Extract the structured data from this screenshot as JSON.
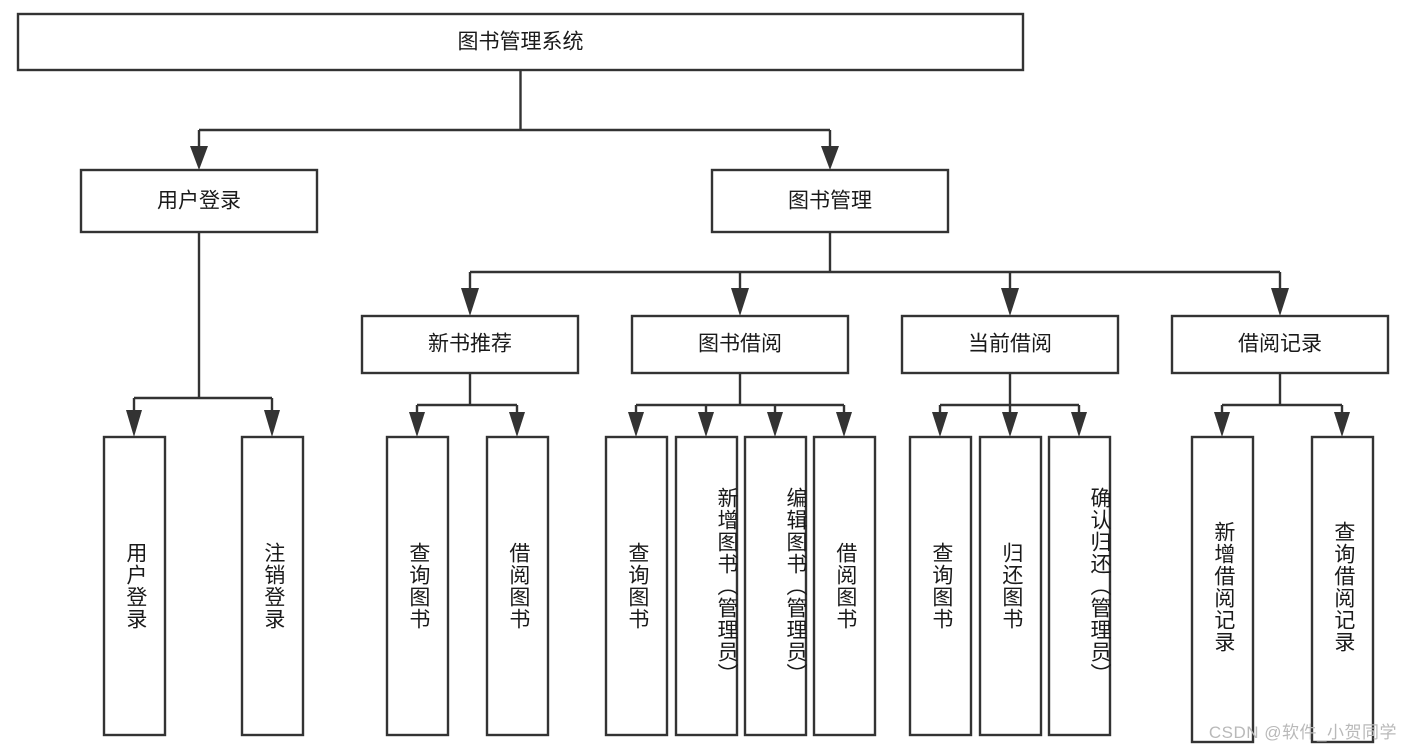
{
  "diagram": {
    "type": "tree",
    "title": "图书管理系统",
    "root": {
      "id": "root",
      "label": "图书管理系统",
      "orientation": "horizontal"
    },
    "level2": [
      {
        "id": "user-login",
        "label": "用户登录",
        "orientation": "horizontal"
      },
      {
        "id": "book-management",
        "label": "图书管理",
        "orientation": "horizontal"
      }
    ],
    "level3": [
      {
        "id": "new-book-recommend",
        "label": "新书推荐",
        "parent": "book-management",
        "orientation": "horizontal"
      },
      {
        "id": "book-borrow",
        "label": "图书借阅",
        "parent": "book-management",
        "orientation": "horizontal"
      },
      {
        "id": "current-borrow",
        "label": "当前借阅",
        "parent": "book-management",
        "orientation": "horizontal"
      },
      {
        "id": "borrow-record",
        "label": "借阅记录",
        "parent": "book-management",
        "orientation": "horizontal"
      }
    ],
    "leaves": [
      {
        "id": "leaf-user-login",
        "label": "用户登录",
        "parent": "user-login",
        "orientation": "vertical"
      },
      {
        "id": "leaf-logout-login",
        "label": "注销登录",
        "parent": "user-login",
        "orientation": "vertical"
      },
      {
        "id": "leaf-query-book-1",
        "label": "查询图书",
        "parent": "new-book-recommend",
        "orientation": "vertical"
      },
      {
        "id": "leaf-borrow-book-1",
        "label": "借阅图书",
        "parent": "new-book-recommend",
        "orientation": "vertical"
      },
      {
        "id": "leaf-query-book-2",
        "label": "查询图书",
        "parent": "book-borrow",
        "orientation": "vertical"
      },
      {
        "id": "leaf-add-book-admin",
        "label": "新增图书（管理员）",
        "parent": "book-borrow",
        "orientation": "vertical"
      },
      {
        "id": "leaf-edit-book-admin",
        "label": "编辑图书（管理员）",
        "parent": "book-borrow",
        "orientation": "vertical"
      },
      {
        "id": "leaf-borrow-book-2",
        "label": "借阅图书",
        "parent": "book-borrow",
        "orientation": "vertical"
      },
      {
        "id": "leaf-query-book-3",
        "label": "查询图书",
        "parent": "current-borrow",
        "orientation": "vertical"
      },
      {
        "id": "leaf-return-book",
        "label": "归还图书",
        "parent": "current-borrow",
        "orientation": "vertical"
      },
      {
        "id": "leaf-confirm-return-admin",
        "label": "确认归还（管理员）",
        "parent": "current-borrow",
        "orientation": "vertical"
      },
      {
        "id": "leaf-add-borrow-record",
        "label": "新增借阅记录",
        "parent": "borrow-record",
        "orientation": "vertical"
      },
      {
        "id": "leaf-query-borrow-record",
        "label": "查询借阅记录",
        "parent": "borrow-record",
        "orientation": "vertical"
      }
    ]
  },
  "watermark": {
    "text": "CSDN @软件_小贺同学"
  },
  "colors": {
    "stroke": "#333333",
    "box_fill": "#ffffff",
    "text": "#1a1a1a",
    "watermark": "#b9b9b9",
    "background": "#ffffff"
  }
}
